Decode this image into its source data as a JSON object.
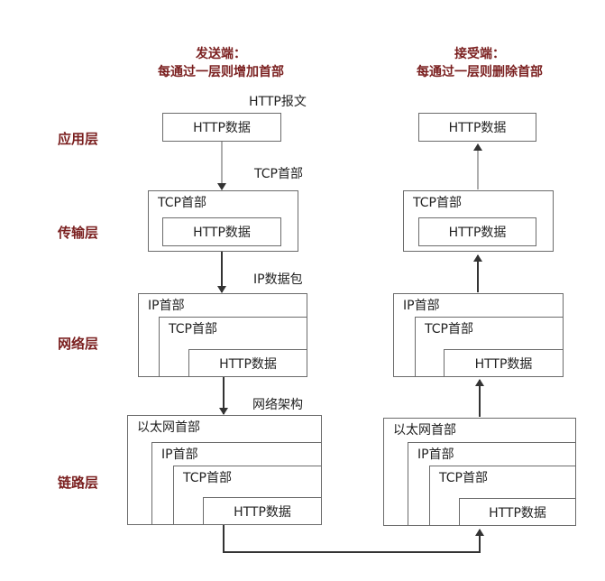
{
  "headers": {
    "sender_title": "发送端：",
    "sender_desc": "每通过一层则增加首部",
    "receiver_title": "接受端：",
    "receiver_desc": "每通过一层则删除首部"
  },
  "layers": {
    "application": "应用层",
    "transport": "传输层",
    "network": "网络层",
    "link": "链路层"
  },
  "annotations": {
    "http_message": "HTTP报文",
    "tcp_header": "TCP首部",
    "ip_packet": "IP数据包",
    "network_frame": "网络架构"
  },
  "blocks": {
    "http_data": "HTTP数据",
    "tcp_header": "TCP首部",
    "ip_header": "IP首部",
    "ethernet_header": "以太网首部"
  }
}
